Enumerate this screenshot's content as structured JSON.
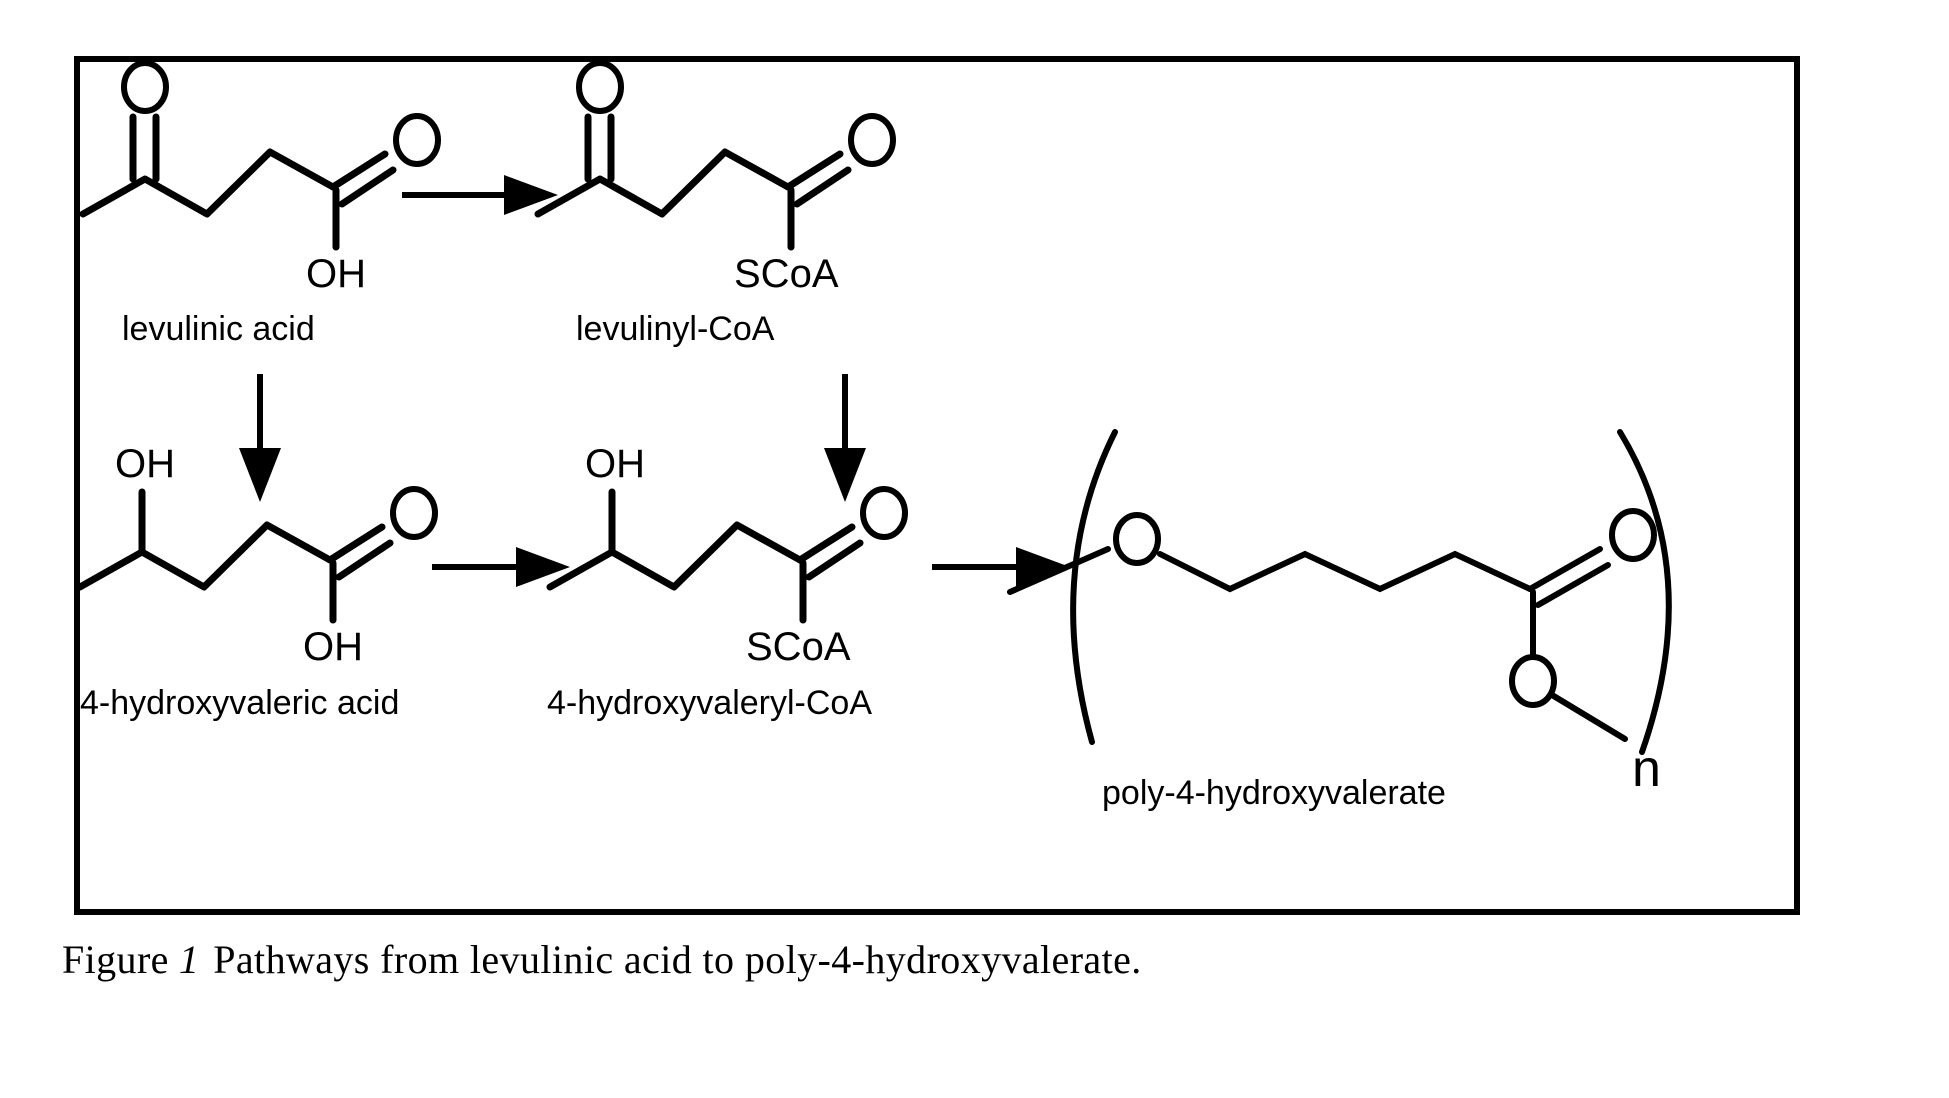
{
  "figure": {
    "caption_prefix": "Figure",
    "caption_number": "1",
    "caption_text": "Pathways from levulinic acid to poly-4-hydroxyvalerate."
  },
  "structures": [
    {
      "id": "levulinic-acid",
      "name": "levulinic acid",
      "atom_labels": {
        "ketone_o": "O",
        "carbonyl_o": "O",
        "hydroxyl": "OH"
      }
    },
    {
      "id": "levulinyl-coa",
      "name": "levulinyl-CoA",
      "atom_labels": {
        "ketone_o": "O",
        "carbonyl_o": "O",
        "thioester": "SCoA"
      }
    },
    {
      "id": "4-hydroxyvaleric-acid",
      "name": "4-hydroxyvaleric acid",
      "atom_labels": {
        "hydroxyl_top": "OH",
        "carbonyl_o": "O",
        "hydroxyl": "OH"
      }
    },
    {
      "id": "4-hydroxyvaleryl-coa",
      "name": "4-hydroxyvaleryl-CoA",
      "atom_labels": {
        "hydroxyl_top": "OH",
        "carbonyl_o": "O",
        "thioester": "SCoA"
      }
    },
    {
      "id": "poly-4-hydroxyvalerate",
      "name": "poly-4-hydroxyvalerate",
      "atom_labels": {
        "ether_o": "O",
        "carbonyl_o": "O",
        "ester_o": "O",
        "repeat_subscript": "n"
      }
    }
  ],
  "arrows": [
    {
      "id": "arrow-levulinic-to-levulinyl",
      "direction": "right",
      "from": "levulinic acid",
      "to": "levulinyl-CoA"
    },
    {
      "id": "arrow-levulinic-to-hydroxyvaleric",
      "direction": "down",
      "from": "levulinic acid",
      "to": "4-hydroxyvaleric acid"
    },
    {
      "id": "arrow-levulinyl-to-hydroxyvaleryl",
      "direction": "down",
      "from": "levulinyl-CoA",
      "to": "4-hydroxyvaleryl-CoA"
    },
    {
      "id": "arrow-hydroxyvaleric-to-hydroxyvaleryl",
      "direction": "right",
      "from": "4-hydroxyvaleric acid",
      "to": "4-hydroxyvaleryl-CoA"
    },
    {
      "id": "arrow-hydroxyvaleryl-to-polymer",
      "direction": "right",
      "from": "4-hydroxyvaleryl-CoA",
      "to": "poly-4-hydroxyvalerate"
    }
  ],
  "colors": {
    "ink": "#000000",
    "background": "#ffffff"
  }
}
